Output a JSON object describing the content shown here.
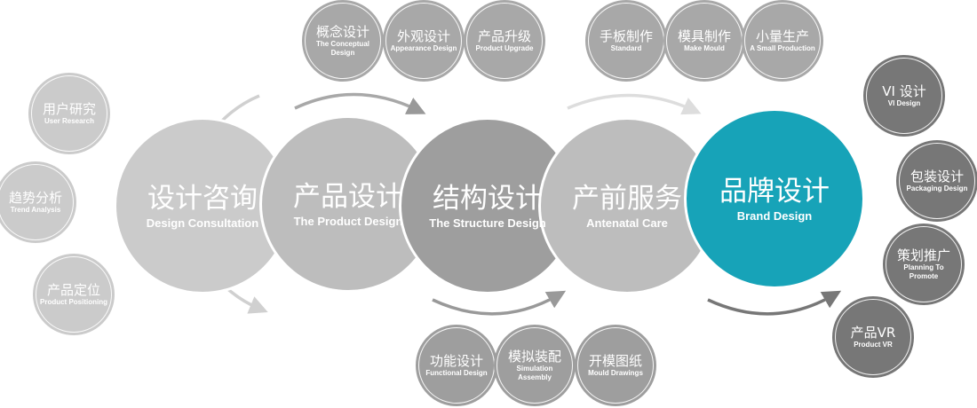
{
  "colors": {
    "light": "#cbcbcb",
    "mid": "#bdbdbd",
    "dark": "#9e9e9e",
    "teal": "#17a3b8",
    "deep": "#777777",
    "top": "#a8a8a8"
  },
  "stages": [
    {
      "cn": "设计咨询",
      "en": "Design Consultation"
    },
    {
      "cn": "产品设计",
      "en": "The Product Design"
    },
    {
      "cn": "结构设计",
      "en": "The Structure Design"
    },
    {
      "cn": "产前服务",
      "en": "Antenatal Care"
    },
    {
      "cn": "品牌设计",
      "en": "Brand Design"
    }
  ],
  "left": [
    {
      "cn": "用户研究",
      "en": "User Research"
    },
    {
      "cn": "趋势分析",
      "en": "Trend Analysis"
    },
    {
      "cn": "产品定位",
      "en": "Product Positioning"
    }
  ],
  "top1": [
    {
      "cn": "概念设计",
      "en": "The Conceptual Design"
    },
    {
      "cn": "外观设计",
      "en": "Appearance Design"
    },
    {
      "cn": "产品升级",
      "en": "Product Upgrade"
    }
  ],
  "top2": [
    {
      "cn": "手板制作",
      "en": "Standard"
    },
    {
      "cn": "模具制作",
      "en": "Make Mould"
    },
    {
      "cn": "小量生产",
      "en": "A Small Production"
    }
  ],
  "bottom": [
    {
      "cn": "功能设计",
      "en": "Functional Design"
    },
    {
      "cn": "模拟装配",
      "en": "Simulation Assembly"
    },
    {
      "cn": "开模图纸",
      "en": "Mould Drawings"
    }
  ],
  "right": [
    {
      "cn": "VI 设计",
      "en": "VI Design"
    },
    {
      "cn": "包装设计",
      "en": "Packaging Design"
    },
    {
      "cn": "策划推广",
      "en": "Planning To Promote"
    },
    {
      "cn": "产品VR",
      "en": "Product VR"
    }
  ]
}
